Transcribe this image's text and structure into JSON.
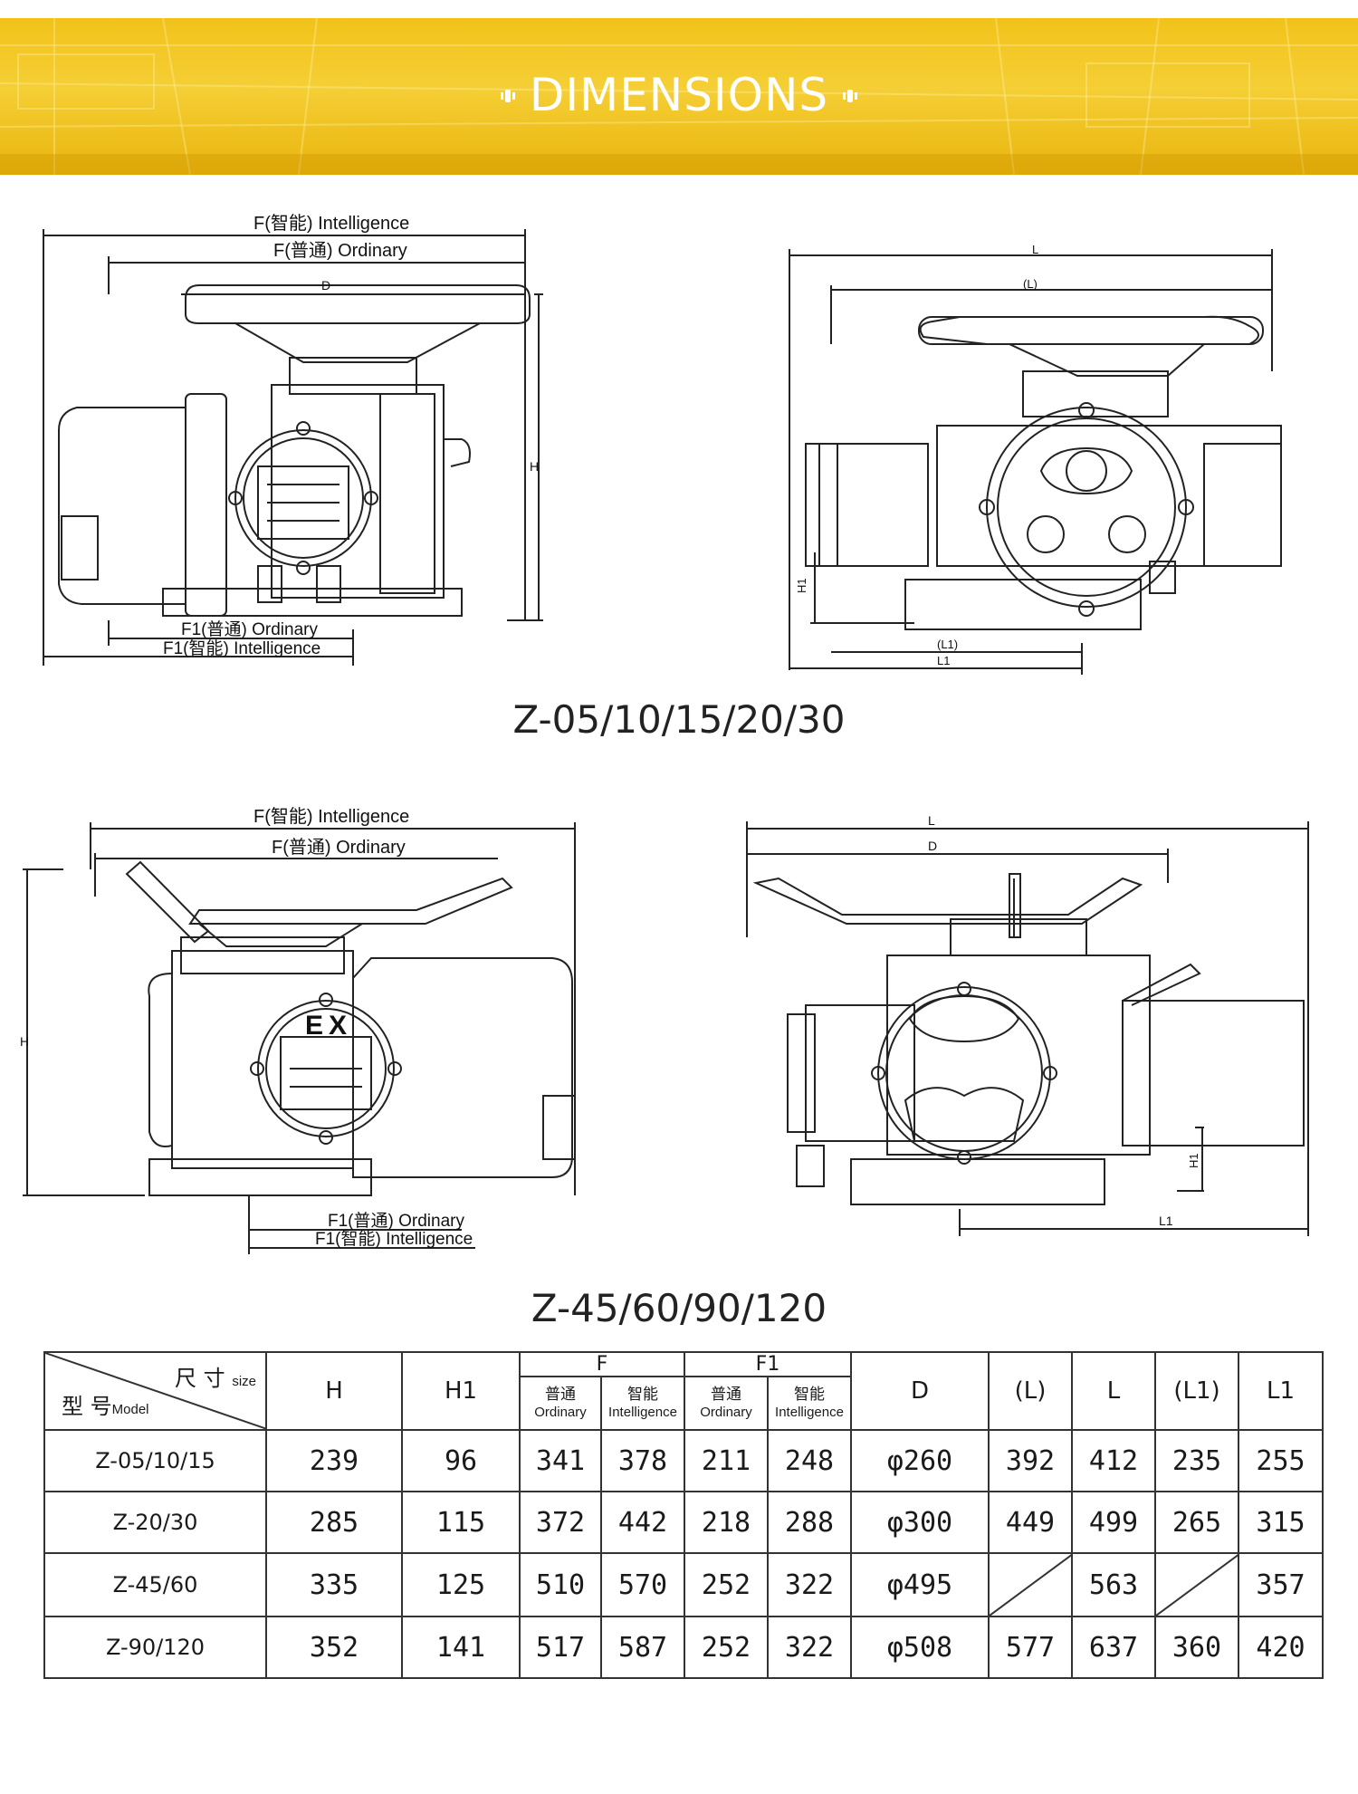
{
  "banner": {
    "title": "DIMENSIONS"
  },
  "figure_top": {
    "caption": "Z-05/10/15/20/30",
    "side_labels": {
      "f_intelligence": "F(智能) Intelligence",
      "f_ordinary": "F(普通) Ordinary",
      "d": "D",
      "h": "H",
      "f1_ordinary": "F1(普通) Ordinary",
      "f1_intelligence": "F1(智能) Intelligence"
    },
    "front_labels": {
      "l": "L",
      "l_paren": "(L)",
      "h1": "H1",
      "l1_paren": "(L1)",
      "l1": "L1"
    }
  },
  "figure_bottom": {
    "caption": "Z-45/60/90/120",
    "side_labels": {
      "f_intelligence": "F(智能) Intelligence",
      "f_ordinary": "F(普通) Ordinary",
      "h": "H",
      "ex": "EX",
      "f1_ordinary": "F1(普通) Ordinary",
      "f1_intelligence": "F1(智能) Intelligence"
    },
    "front_labels": {
      "l": "L",
      "d": "D",
      "h1": "H1",
      "l1": "L1"
    }
  },
  "table": {
    "corner_size": "尺 寸",
    "corner_size_en": "size",
    "corner_model": "型 号",
    "corner_model_en": "Model",
    "headers": {
      "h": "H",
      "h1": "H1",
      "f": "F",
      "f1": "F1",
      "d": "D",
      "l_paren": "(L)",
      "l": "L",
      "l1_paren": "(L1)",
      "l1": "L1",
      "ordinary_cn": "普通",
      "ordinary_en": "Ordinary",
      "intelligence_cn": "智能",
      "intelligence_en": "Intelligence"
    },
    "rows": [
      {
        "model": "Z-05/10/15",
        "h": "239",
        "h1": "96",
        "f_ord": "341",
        "f_int": "378",
        "f1_ord": "211",
        "f1_int": "248",
        "d": "φ260",
        "l_paren": "392",
        "l": "412",
        "l1_paren": "235",
        "l1": "255"
      },
      {
        "model": "Z-20/30",
        "h": "285",
        "h1": "115",
        "f_ord": "372",
        "f_int": "442",
        "f1_ord": "218",
        "f1_int": "288",
        "d": "φ300",
        "l_paren": "449",
        "l": "499",
        "l1_paren": "265",
        "l1": "315"
      },
      {
        "model": "Z-45/60",
        "h": "335",
        "h1": "125",
        "f_ord": "510",
        "f_int": "570",
        "f1_ord": "252",
        "f1_int": "322",
        "d": "φ495",
        "l_paren": "",
        "l": "563",
        "l1_paren": "",
        "l1": "357"
      },
      {
        "model": "Z-90/120",
        "h": "352",
        "h1": "141",
        "f_ord": "517",
        "f_int": "587",
        "f1_ord": "252",
        "f1_int": "322",
        "d": "φ508",
        "l_paren": "577",
        "l": "637",
        "l1_paren": "360",
        "l1": "420"
      }
    ]
  }
}
